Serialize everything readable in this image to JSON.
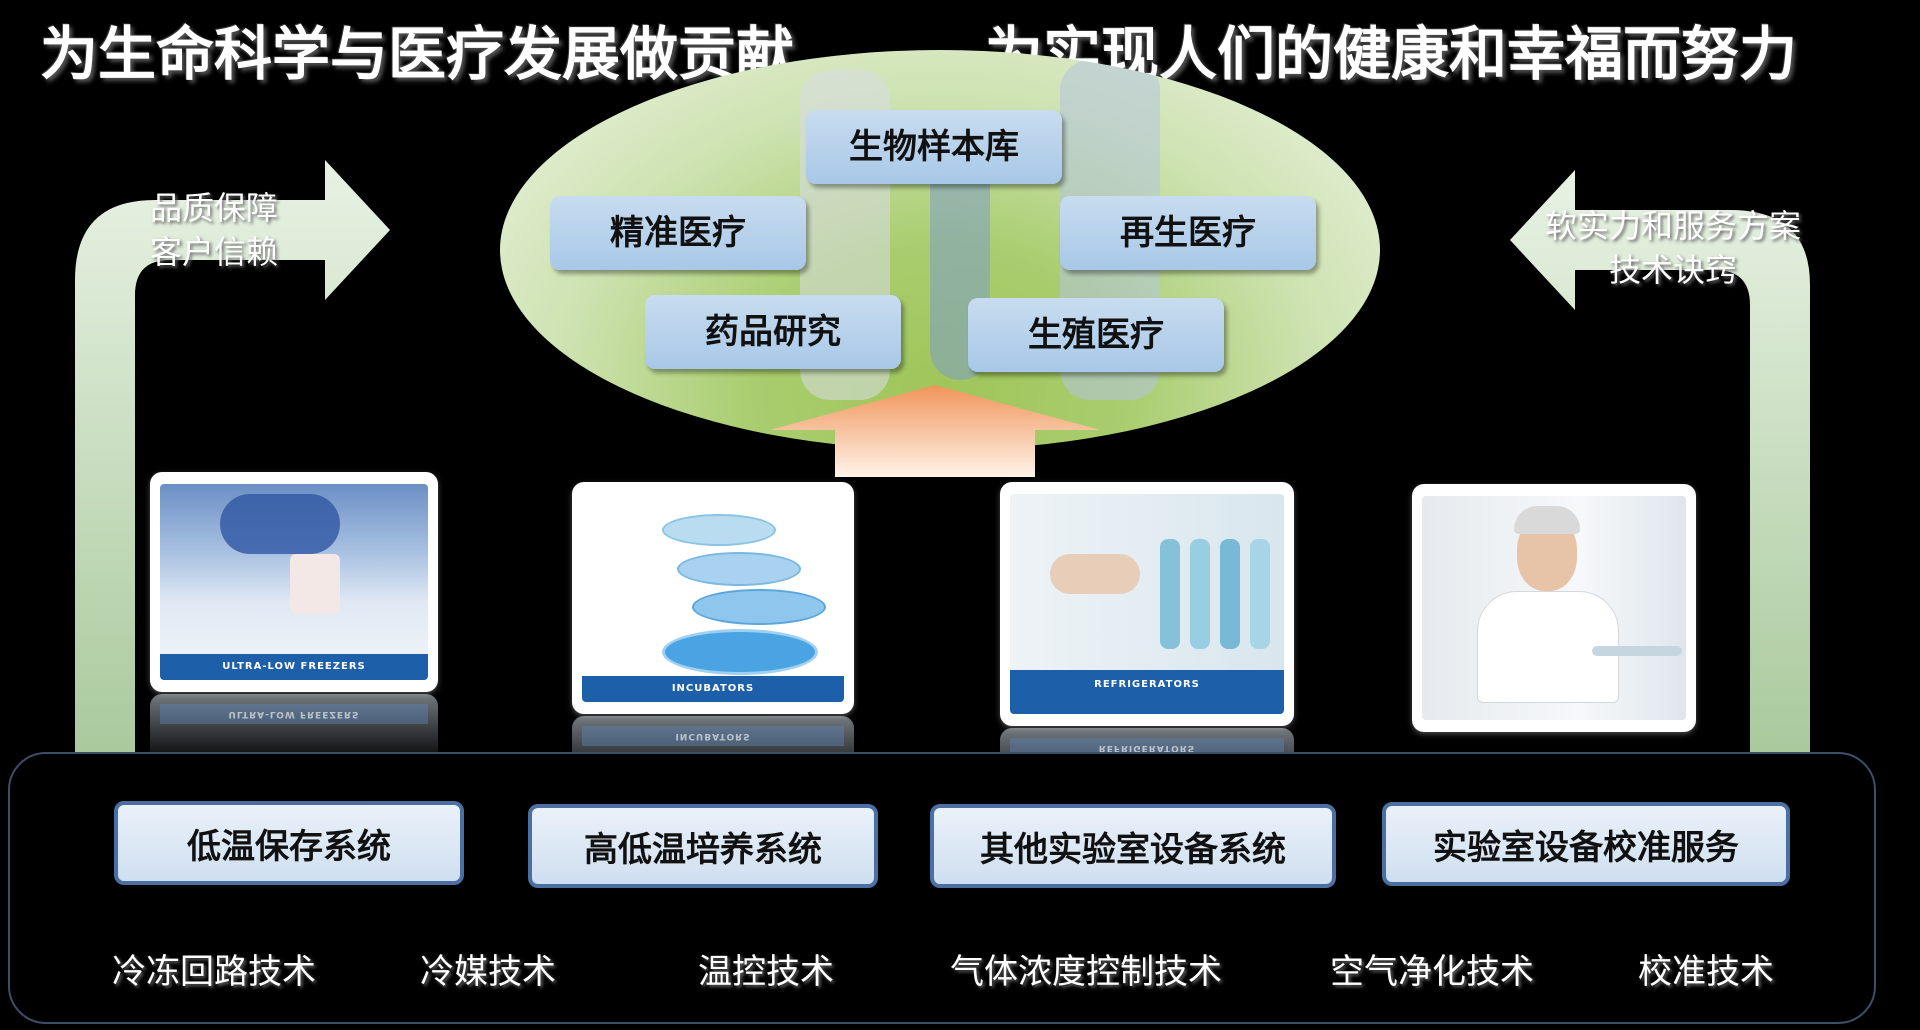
{
  "title": {
    "left": "为生命科学与医疗发展做贡献",
    "right": "为实现人们的健康和幸福而努力"
  },
  "applications": [
    "生物样本库",
    "精准医疗",
    "再生医疗",
    "药品研究",
    "生殖医疗"
  ],
  "left_arrow": {
    "line1": "品质保障",
    "line2": "客户信赖"
  },
  "right_arrow": {
    "line1": "软实力和服务方案",
    "line2": "技术诀窍"
  },
  "products": [
    {
      "band": "ULTRA-LOW FREEZERS"
    },
    {
      "band": "INCUBATORS"
    },
    {
      "band": "REFRIGERATORS"
    },
    {
      "band": ""
    }
  ],
  "systems": [
    "低温保存系统",
    "高低温培养系统",
    "其他实验室设备系统",
    "实验室设备校准服务"
  ],
  "technologies": [
    "冷冻回路技术",
    "冷媒技术",
    "温控技术",
    "气体浓度控制技术",
    "空气净化技术",
    "校准技术"
  ],
  "colors": {
    "topic_box": "#a8c8e8",
    "system_border": "#4a6fa0",
    "band_blue": "#1d5fa8",
    "arrow_green": "#dfeedd",
    "arrow_orange": "#f2a06a"
  }
}
